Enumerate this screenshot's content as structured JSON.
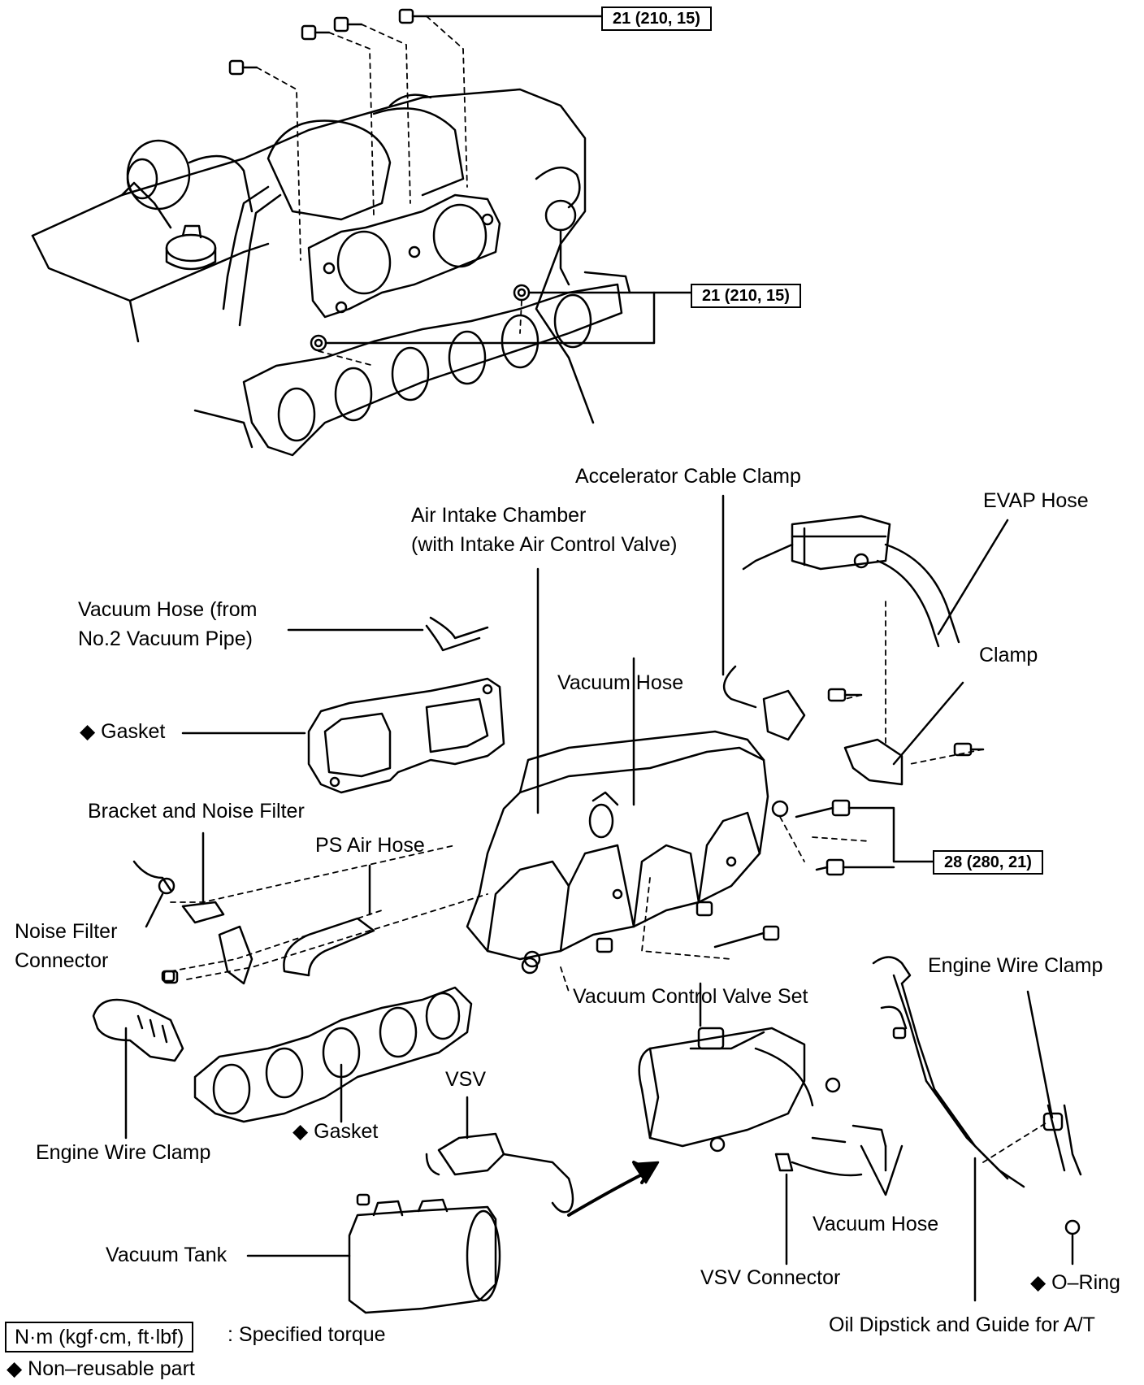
{
  "torque_specs": {
    "top_bolts": "21 (210, 15)",
    "manifold_nuts": "21 (210, 15)",
    "chamber_bolts": "28 (280, 21)"
  },
  "labels": {
    "accelerator_cable_clamp": "Accelerator Cable Clamp",
    "evap_hose": "EVAP Hose",
    "air_intake_chamber_line1": "Air Intake Chamber",
    "air_intake_chamber_line2": "(with Intake Air Control Valve)",
    "vacuum_hose_no2_line1": "Vacuum Hose (from",
    "vacuum_hose_no2_line2": "No.2 Vacuum Pipe)",
    "clamp": "Clamp",
    "vacuum_hose_top": "Vacuum Hose",
    "gasket_upper": "◆ Gasket",
    "bracket_noise_filter": "Bracket and Noise Filter",
    "ps_air_hose": "PS Air Hose",
    "noise_filter_connector_line1": "Noise Filter",
    "noise_filter_connector_line2": "Connector",
    "engine_wire_clamp_right": "Engine Wire Clamp",
    "vacuum_control_valve_set": "Vacuum Control Valve Set",
    "vsv": "VSV",
    "gasket_lower": "◆ Gasket",
    "engine_wire_clamp_left": "Engine Wire Clamp",
    "vacuum_hose_bottom": "Vacuum Hose",
    "vacuum_tank": "Vacuum Tank",
    "vsv_connector": "VSV Connector",
    "o_ring": "◆ O–Ring",
    "oil_dipstick": "Oil Dipstick and Guide for A/T"
  },
  "legend": {
    "torque_unit": "N·m (kgf·cm, ft·lbf)",
    "torque_desc": ": Specified torque",
    "non_reusable": "◆ Non–reusable part"
  }
}
